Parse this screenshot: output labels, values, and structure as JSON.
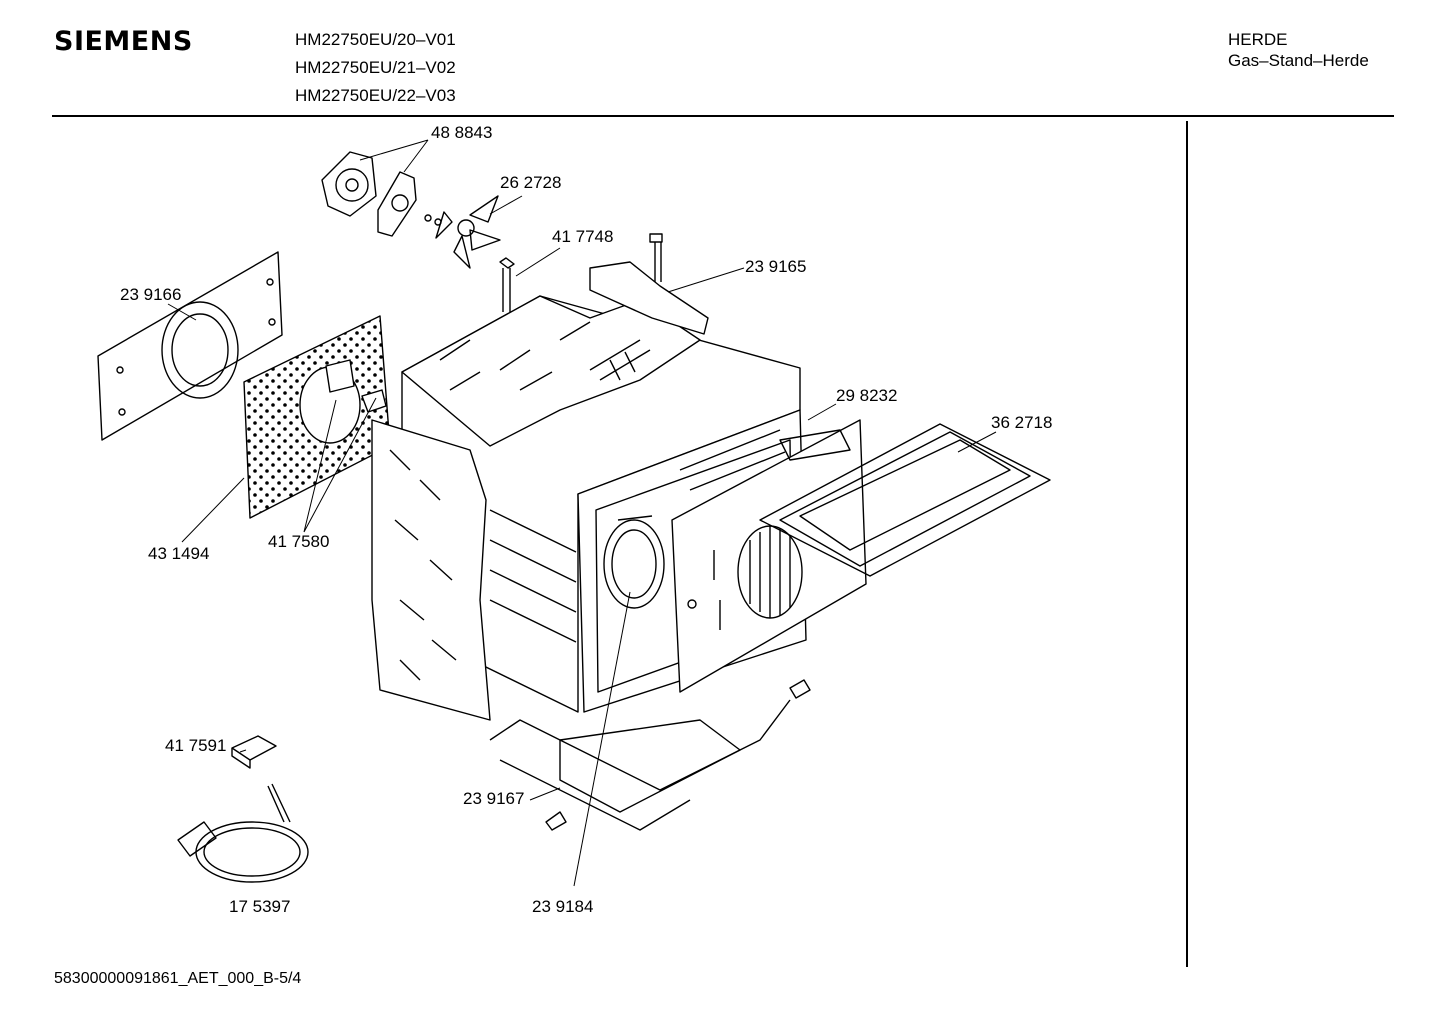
{
  "header": {
    "brand": "SIEMENS",
    "models": [
      "HM22750EU/20–V01",
      "HM22750EU/21–V02",
      "HM22750EU/22–V03"
    ],
    "category": "HERDE",
    "subcategory": "Gas–Stand–Herde"
  },
  "parts": {
    "p1": "48 8843",
    "p2": "26 2728",
    "p3": "41 7748",
    "p4": "23 9165",
    "p5": "23 9166",
    "p6": "29 8232",
    "p7": "36 2718",
    "p8": "43 1494",
    "p9": "41 7580",
    "p10": "41 7591",
    "p11": "23 9167",
    "p12": "17 5397",
    "p13": "23 9184"
  },
  "footer": {
    "doc_id": "58300000091861_AET_000_B-5/4"
  }
}
